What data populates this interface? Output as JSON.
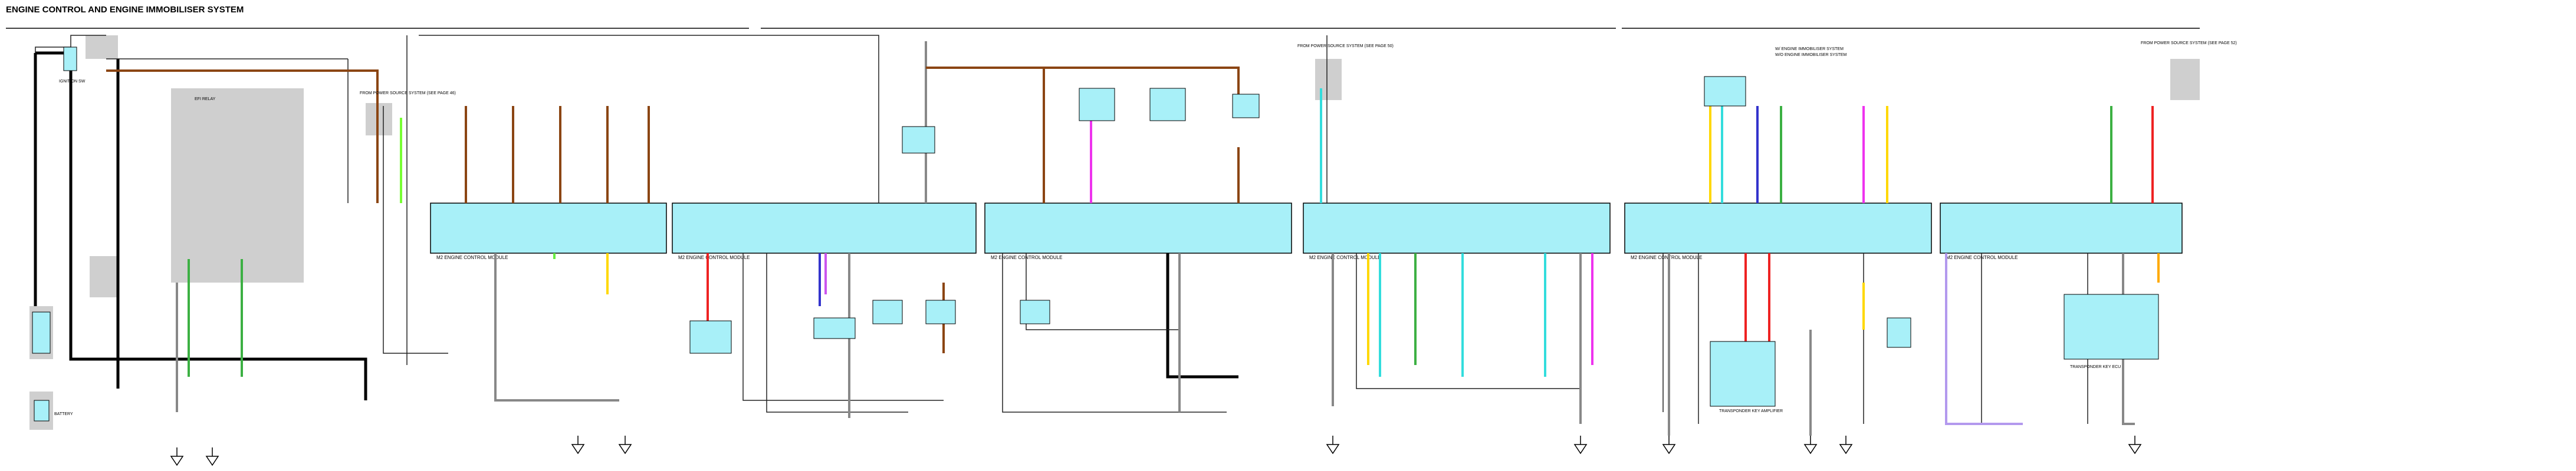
{
  "diagram": {
    "title": "ENGINE CONTROL AND ENGINE IMMOBILISER SYSTEM",
    "ecu_label_1": "M2 ENGINE CONTROL MODULE",
    "ecu_label_2": "M2 ENGINE CONTROL MODULE",
    "ecu_label_3": "M2 ENGINE CONTROL MODULE",
    "ecu_label_4": "M2 ENGINE CONTROL MODULE",
    "ecu_label_5": "M2 ENGINE CONTROL MODULE",
    "ecu_label_6": "M2 ENGINE CONTROL MODULE",
    "battery_label": "BATTERY",
    "ignition_label": "IGNITION SW",
    "legend_with_immobiliser": "W/ ENGINE IMMOBILISER SYSTEM",
    "legend_without_immobiliser": "W/O ENGINE IMMOBILISER SYSTEM",
    "power_source_label": "FROM POWER SOURCE SYSTEM (SEE PAGE 50)",
    "power_source_label_2": "FROM POWER SOURCE SYSTEM (SEE PAGE 46)",
    "power_source_label_3": "FROM POWER SOURCE SYSTEM (SEE PAGE 52)",
    "efi_relay_label": "EFI RELAY",
    "transponder_label": "TRANSPONDER KEY AMPLIFIER",
    "transponder_ecu_label": "TRANSPONDER KEY ECU"
  }
}
